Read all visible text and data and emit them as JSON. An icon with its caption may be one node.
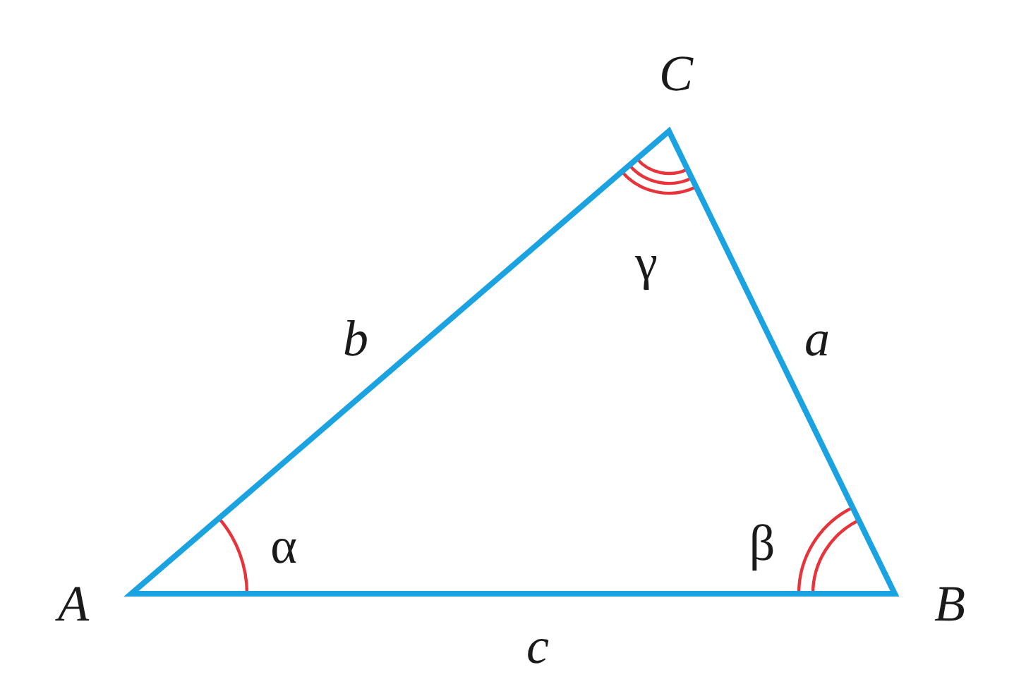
{
  "diagram": {
    "labels": [
      "C",
      "γ",
      "b",
      "a",
      "α",
      "β",
      "A",
      "B",
      "c"
    ]
  }
}
